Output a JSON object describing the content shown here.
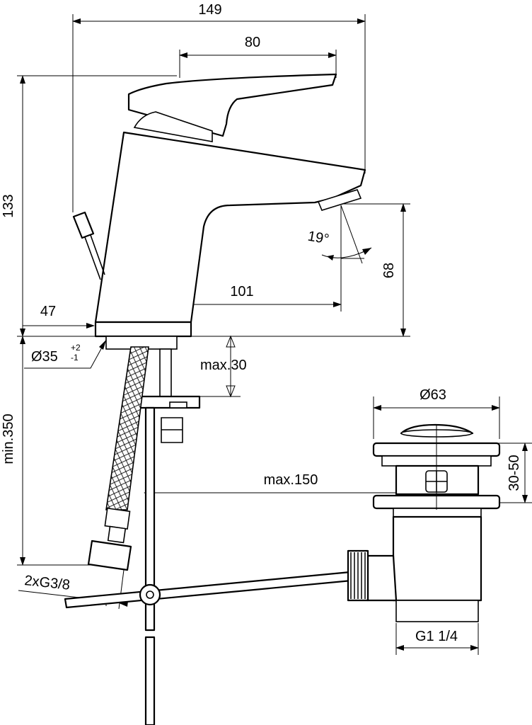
{
  "dimensions": {
    "overall_width": "149",
    "handle_width": "80",
    "height": "133",
    "spout_height": "68",
    "spout_angle": "19°",
    "spout_reach": "101",
    "base_offset": "47",
    "hole_diameter": "Ø35",
    "hole_tol_plus": "+2",
    "hole_tol_minus": "-1",
    "max_thickness": "max.30",
    "min_hose": "min.350",
    "max_rod": "max.150",
    "connection": "2xG3/8",
    "waste_diameter": "Ø63",
    "waste_range": "30-50",
    "waste_thread": "G1 1/4"
  }
}
